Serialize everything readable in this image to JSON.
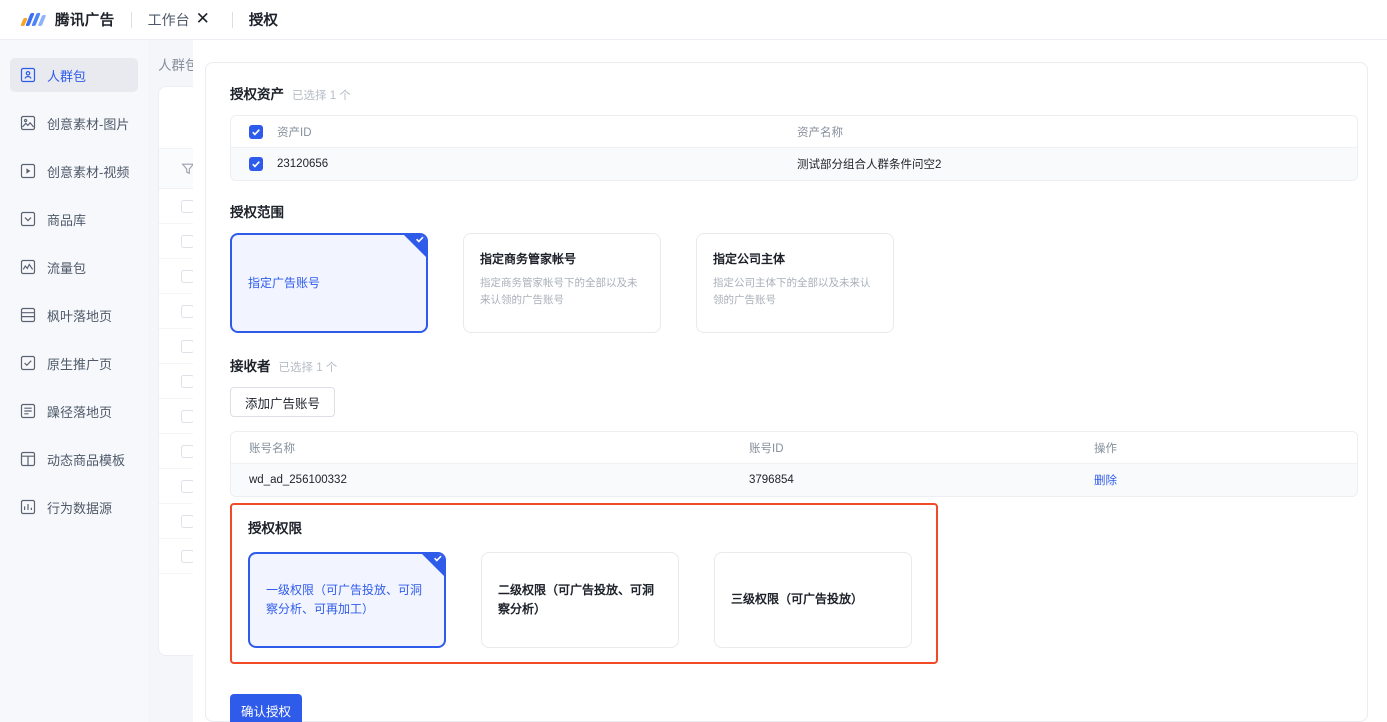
{
  "topbar": {
    "brand_name": "腾讯广告",
    "workbench": "工作台",
    "close_icon": "close-icon",
    "modal_title": "授权"
  },
  "sidebar": {
    "items": [
      {
        "label": "人群包",
        "icon": "user-box-icon",
        "active": true
      },
      {
        "label": "创意素材-图片",
        "icon": "image-icon",
        "active": false
      },
      {
        "label": "创意素材-视频",
        "icon": "video-play-icon",
        "active": false
      },
      {
        "label": "商品库",
        "icon": "chevron-box-icon",
        "active": false
      },
      {
        "label": "流量包",
        "icon": "chart-line-icon",
        "active": false
      },
      {
        "label": "枫叶落地页",
        "icon": "lines-icon",
        "active": false
      },
      {
        "label": "原生推广页",
        "icon": "check-box-icon",
        "active": false
      },
      {
        "label": "躁径落地页",
        "icon": "document-lines-icon",
        "active": false
      },
      {
        "label": "动态商品模板",
        "icon": "template-icon",
        "active": false
      },
      {
        "label": "行为数据源",
        "icon": "bar-chart-icon",
        "active": false
      }
    ]
  },
  "background": {
    "page_title": "人群包",
    "filter_icon": "funnel-icon",
    "row_count": 11
  },
  "assets": {
    "title": "授权资产",
    "subtitle": "已选择 1 个",
    "columns": [
      "资产ID",
      "资产名称"
    ],
    "rows": [
      {
        "checked": true,
        "id": "23120656",
        "name": "测试部分组合人群条件问空2"
      }
    ],
    "header_checked": true
  },
  "scope": {
    "title": "授权范围",
    "options": [
      {
        "title": "指定广告账号",
        "desc": "",
        "selected": true
      },
      {
        "title": "指定商务管家帐号",
        "desc": "指定商务管家帐号下的全部以及未来认领的广告账号",
        "selected": false
      },
      {
        "title": "指定公司主体",
        "desc": "指定公司主体下的全部以及未来认领的广告账号",
        "selected": false
      }
    ]
  },
  "receiver": {
    "title": "接收者",
    "subtitle": "已选择 1 个",
    "add_button": "添加广告账号",
    "columns": [
      "账号名称",
      "账号ID",
      "操作"
    ],
    "rows": [
      {
        "name": "wd_ad_256100332",
        "id": "3796854",
        "action": "删除"
      }
    ]
  },
  "permission": {
    "title": "授权权限",
    "highlight_color": "#f04a26",
    "options": [
      {
        "title": "一级权限（可广告投放、可洞察分析、可再加工）",
        "selected": true
      },
      {
        "title": "二级权限（可广告投放、可洞察分析）",
        "selected": false
      },
      {
        "title": "三级权限（可广告投放）",
        "selected": false
      }
    ]
  },
  "footer": {
    "confirm_label": "确认授权"
  },
  "colors": {
    "accent": "#2f5bea",
    "highlight": "#f04a26",
    "bg": "#f5f6fa"
  }
}
